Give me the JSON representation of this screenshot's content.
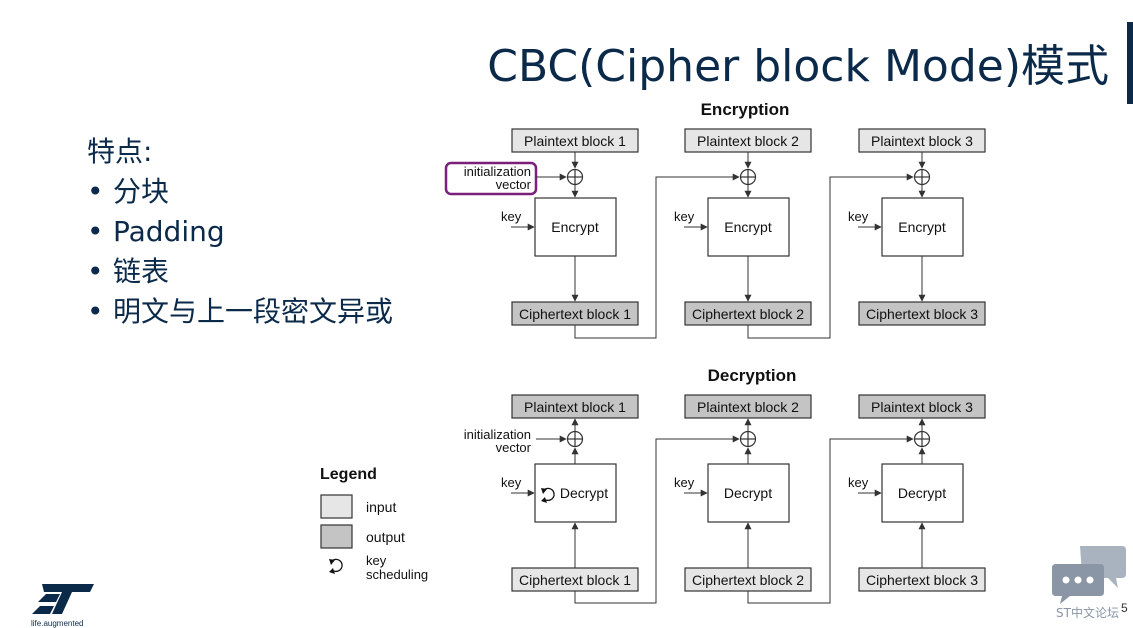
{
  "slide": {
    "title": "CBC(Cipher block Mode)模式",
    "page_number": "5"
  },
  "features": {
    "heading": "特点:",
    "items": [
      "分块",
      "Padding",
      "链表",
      "明文与上一段密文异或"
    ]
  },
  "diagram": {
    "encryption": {
      "title": "Encryption",
      "plaintext_blocks": [
        "Plaintext block 1",
        "Plaintext block 2",
        "Plaintext block 3"
      ],
      "cipher_label": "Encrypt",
      "ciphertext_blocks": [
        "Ciphertext block 1",
        "Ciphertext block 2",
        "Ciphertext block 3"
      ],
      "iv_lines": [
        "initialization",
        "vector"
      ],
      "key_label": "key"
    },
    "decryption": {
      "title": "Decryption",
      "plaintext_blocks": [
        "Plaintext block 1",
        "Plaintext block 2",
        "Plaintext block 3"
      ],
      "cipher_label": "Decrypt",
      "ciphertext_blocks": [
        "Ciphertext block 1",
        "Ciphertext block 2",
        "Ciphertext block 3"
      ],
      "iv_lines": [
        "initialization",
        "vector"
      ],
      "key_label": "key"
    },
    "legend": {
      "title": "Legend",
      "input_label": "input",
      "output_label": "output",
      "key_scheduling_lines": [
        "key",
        "scheduling"
      ]
    },
    "colors": {
      "input_fill": "#e6e6e6",
      "output_fill": "#c4c4c4",
      "iv_highlight": "#7a1f7a",
      "line": "#333333"
    }
  },
  "branding": {
    "logo_tagline": "life.augmented",
    "forum_label": "ST中文论坛",
    "logo_icon": "st-logo-icon",
    "chat_icon": "chat-bubbles-icon"
  }
}
